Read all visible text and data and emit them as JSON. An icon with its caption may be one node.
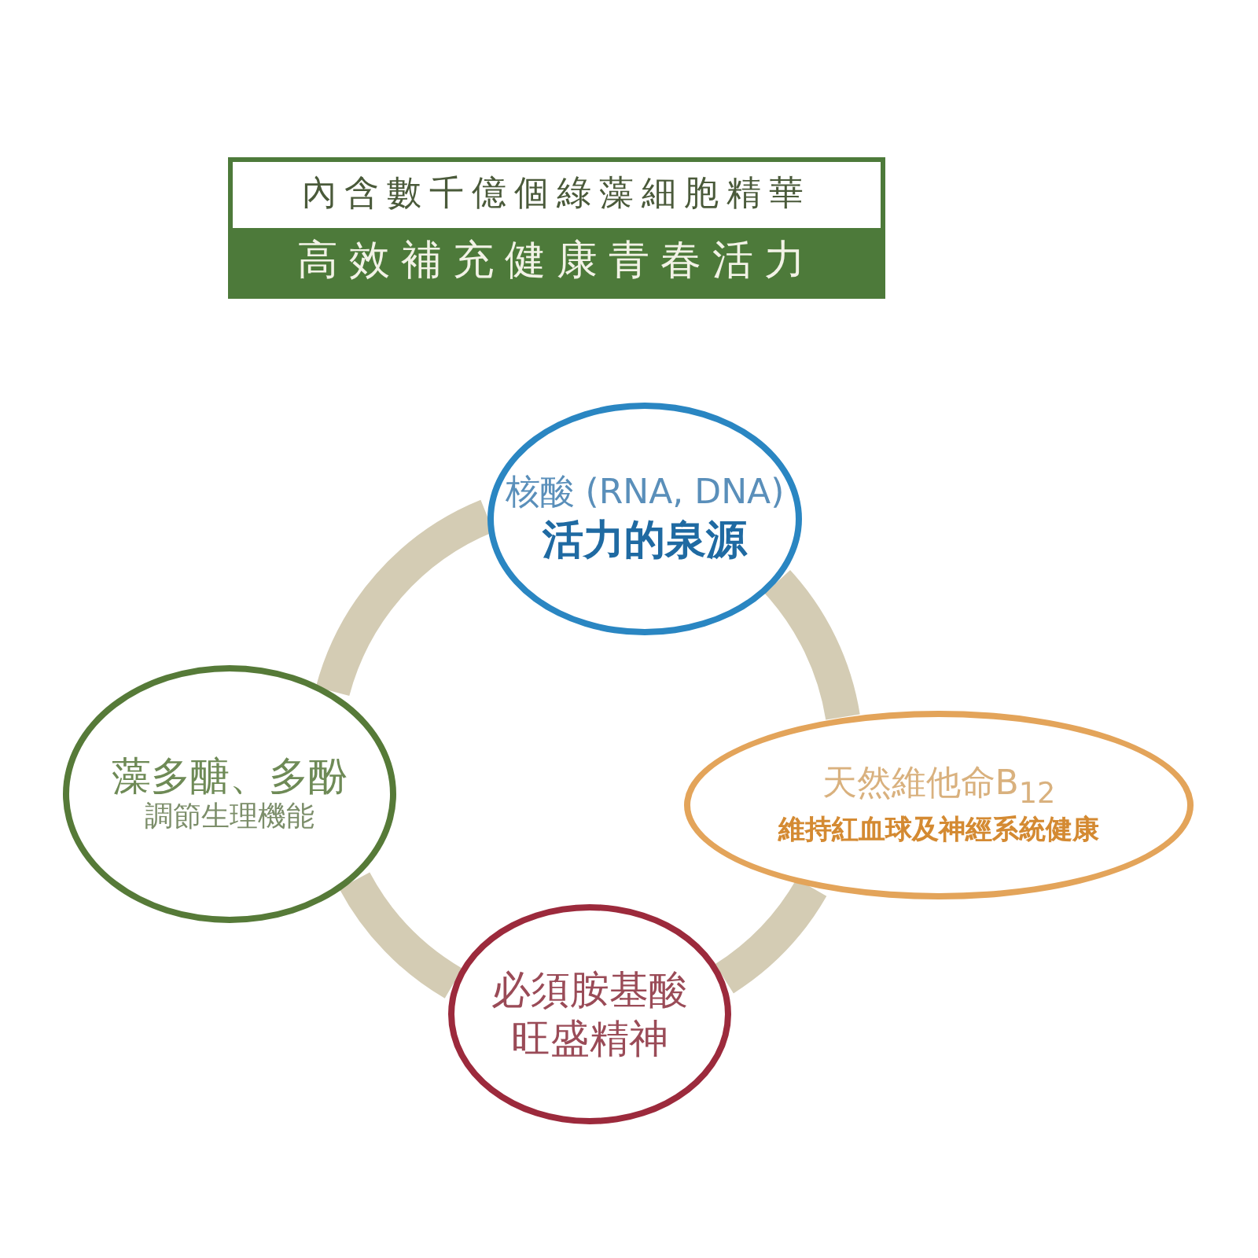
{
  "diagram": {
    "nodes": [
      {
        "text": [
          "內含數千億個綠藻細胞精華",
          "高效補充健康青春活力"
        ]
      },
      {
        "text": [
          "核酸 (RNA, DNA)",
          "活力的泉源"
        ]
      },
      {
        "text": [
          "天然維他命B$_{12}$",
          "維持紅血球及神經系統健康"
        ]
      },
      {
        "text": [
          "必須胺基酸",
          "旺盛精神"
        ]
      },
      {
        "text": [
          "藻多醣、多酚",
          "調節生理機能"
        ]
      }
    ],
    "edges": [
      {
        "from": 1,
        "to": 2,
        "arrow": "none"
      },
      {
        "from": 2,
        "to": 3,
        "arrow": "none"
      },
      {
        "from": 3,
        "to": 4,
        "arrow": "none"
      },
      {
        "from": 4,
        "to": 1,
        "arrow": "none"
      }
    ]
  }
}
